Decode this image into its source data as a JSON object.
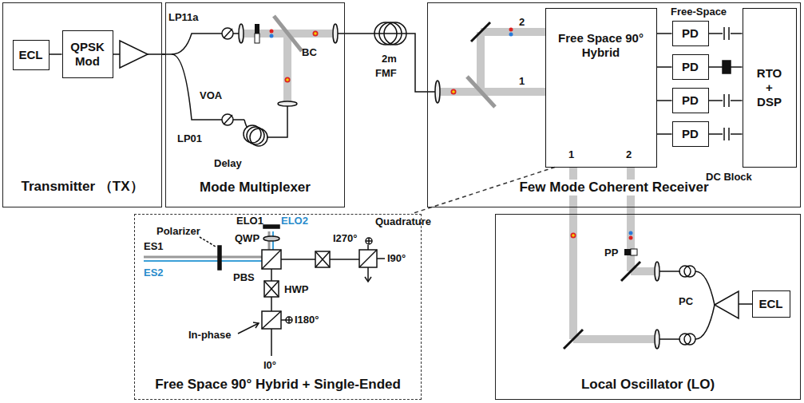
{
  "diagram": {
    "nodes": [
      {
        "text": [
          "Transmitter （TX）"
        ]
      },
      {
        "text": [
          "ECL"
        ],
        "in": 0
      },
      {
        "text": [
          "QPSK Mod"
        ],
        "in": 0
      },
      {
        "text": [
          "Mode Multiplexer"
        ]
      },
      {
        "text": [
          "Few Mode Coherent Receiver"
        ]
      },
      {
        "text": [
          "Free Space 90° Hybrid"
        ],
        "in": 4
      },
      {
        "text": [
          "PD"
        ],
        "in": 4
      },
      {
        "text": [
          "PD"
        ],
        "in": 4
      },
      {
        "text": [
          "PD"
        ],
        "in": 4
      },
      {
        "text": [
          "PD"
        ],
        "in": 4
      },
      {
        "text": [
          "RTO + DSP"
        ],
        "in": 4
      },
      {
        "text": [
          "Free Space 90° Hybrid + Single-Ended"
        ]
      },
      {
        "text": [
          "Local Oscillator (LO)"
        ]
      },
      {
        "text": [
          "ECL"
        ],
        "in": 12
      }
    ],
    "edges": [
      {
        "from": 1,
        "to": 2,
        "arrow": "none"
      },
      {
        "from": 0,
        "to": 3,
        "arrow": "none"
      },
      {
        "from": 3,
        "to": 4,
        "arrow": "none"
      },
      {
        "from": 5,
        "to": 6,
        "arrow": "none"
      },
      {
        "from": 5,
        "to": 7,
        "arrow": "none"
      },
      {
        "from": 5,
        "to": 8,
        "arrow": "none"
      },
      {
        "from": 5,
        "to": 9,
        "arrow": "none"
      },
      {
        "from": 6,
        "to": 10,
        "arrow": "none"
      },
      {
        "from": 7,
        "to": 10,
        "arrow": "none"
      },
      {
        "from": 8,
        "to": 10,
        "arrow": "none"
      },
      {
        "from": 9,
        "to": 10,
        "arrow": "none"
      },
      {
        "from": 12,
        "to": 5,
        "arrow": "none"
      },
      {
        "from": 12,
        "to": 5,
        "arrow": "none"
      },
      {
        "from": 5,
        "to": 11,
        "arrow": "none"
      }
    ],
    "labels": [
      "LP11a",
      "VOA",
      "LP01",
      "Delay",
      "BC",
      "2m",
      "FMF",
      "Free-Space",
      "DC Block",
      "2",
      "1",
      "1",
      "2",
      "PP",
      "PC",
      "ELO1",
      "ELO2",
      "Quadrature",
      "Polarizer",
      "QWP",
      "I270°",
      "I90°",
      "ES1",
      "ES2",
      "PBS",
      "HWP",
      "In-phase",
      "I180°",
      "I0°"
    ]
  }
}
